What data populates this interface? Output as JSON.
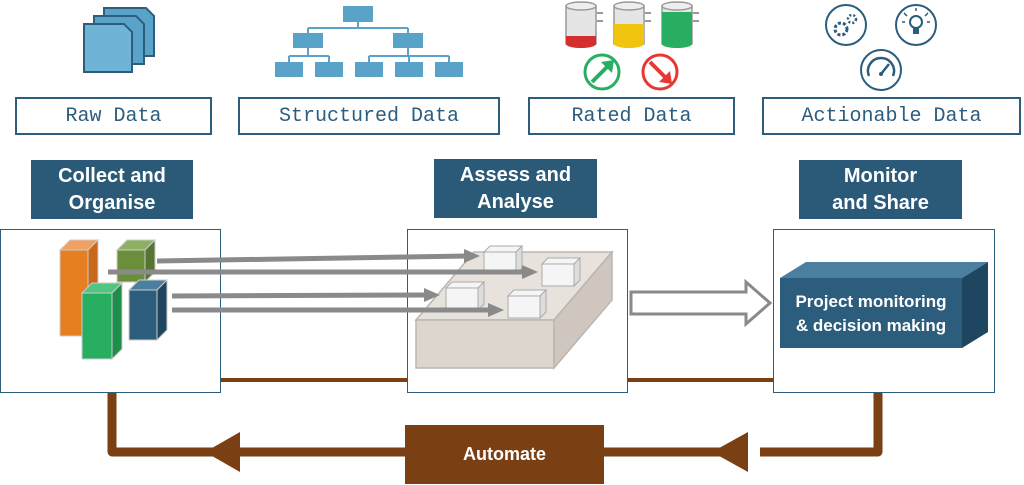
{
  "stages": [
    {
      "label": "Raw Data"
    },
    {
      "label": "Structured Data"
    },
    {
      "label": "Rated Data"
    },
    {
      "label": "Actionable Data"
    }
  ],
  "phases": [
    {
      "title_line1": "Collect and",
      "title_line2": "Organise"
    },
    {
      "title_line1": "Assess and",
      "title_line2": "Analyse"
    },
    {
      "title_line1": "Monitor",
      "title_line2": "and Share"
    }
  ],
  "monitor_box": {
    "line1": "Project monitoring",
    "line2": "& decision making"
  },
  "loop": {
    "label": "Automate"
  },
  "icons": [
    "documents-icon",
    "org-chart-icon",
    "cylinder-red-icon",
    "cylinder-yellow-icon",
    "cylinder-green-icon",
    "trend-up-icon",
    "trend-down-icon",
    "gears-icon",
    "lightbulb-icon",
    "gauge-icon"
  ],
  "colors": {
    "primary": "#2a5a78",
    "loop": "#7a3f12",
    "arrow_gray": "#8a8a8a",
    "orange": "#e67e22",
    "olive": "#6b8e3a",
    "green": "#27ae60",
    "navy": "#2c5d7c"
  }
}
